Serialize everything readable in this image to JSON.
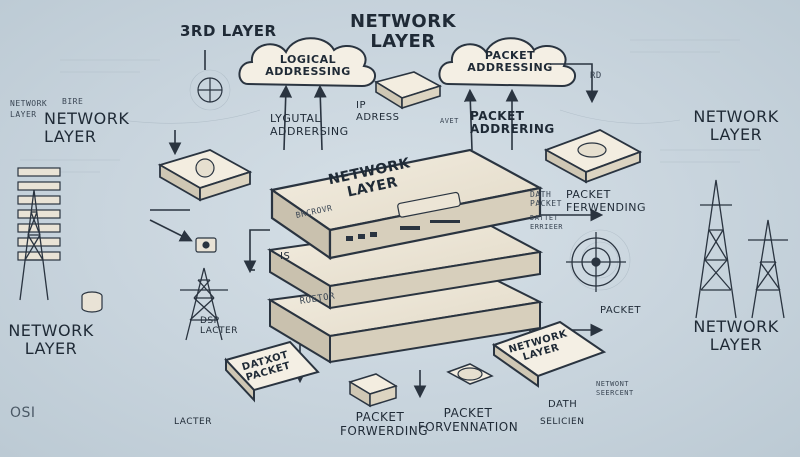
{
  "diagram": {
    "labels": {
      "third_layer": "3RD LAYER",
      "network_layer_title": "NETWORK LAYER",
      "cloud_logical": "LOGICAL ADDRESSING",
      "cloud_packet": "PACKET ADDRESSING",
      "lygutal": "LYGUTAL ADDRERSING",
      "ip_adress": "IP ADRESS",
      "packet_addrering": "PACKET ADDRERING",
      "avet": "AVET",
      "rd": "RD",
      "top_left_small": "BIRE",
      "left_network_layer_small": "NETWORK LAYER",
      "left_network_layer": "NETWORK LAYER",
      "left_bottom_network_layer": "NETWORK LAYER",
      "osi": "OSI",
      "lacter": "LACTER",
      "right_network_layer_top": "NETWORK LAYER",
      "right_network_layer_bottom": "NETWORK LAYER",
      "top_box_title": "NETWORK LAYER",
      "top_box_sub": "BRCROVR",
      "mid_box_label": "IS",
      "bottom_box_label": "ROETOR",
      "dsp_lacter": "DSP LACTER",
      "datxot_packet": "DATXOT PACKET",
      "network_layer_card": "NETWORK LAYER",
      "dath_packet": "DATH PACKET",
      "packet_ferwending": "PACKET FERWENDING",
      "dattet_errieer": "DATTET ERRIEER",
      "packet_right": "PACKET",
      "packet_forwerding": "PACKET FORWERDING",
      "packet_forvennation": "PACKET FORVENNATION",
      "dath_bottom": "DATH",
      "selicien": "SELICIEN",
      "network_seercent": "NETWONT SEERCENT"
    }
  }
}
